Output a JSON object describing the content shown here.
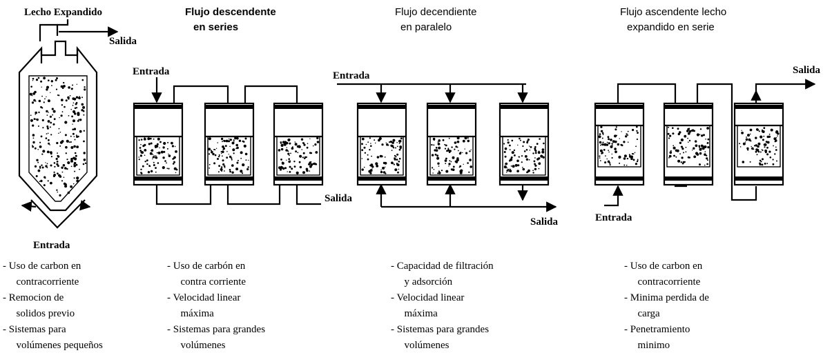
{
  "panels": [
    {
      "title": [
        "Lecho Expandido"
      ],
      "labels": {
        "outlet": "Salida",
        "inlet": "Entrada"
      },
      "notes": [
        "- Uso de carbon en",
        "  contracorriente",
        "- Remocion de",
        "  solidos previo",
        "- Sistemas para",
        "  volúmenes pequeños"
      ]
    },
    {
      "title": [
        "Flujo descendente",
        "en series"
      ],
      "labels": {
        "inlet": "Entrada",
        "outlet": "Salida"
      },
      "notes": [
        "- Uso de carbón en",
        "  contra corriente",
        "- Velocidad linear",
        "  máxima",
        "- Sistemas para grandes",
        "  volúmenes"
      ]
    },
    {
      "title": [
        "Flujo decendiente",
        "en paralelo"
      ],
      "labels": {
        "inlet": "Entrada",
        "outlet": "Salida"
      },
      "notes": [
        "- Capacidad de filtración",
        "  y adsorción",
        "- Velocidad linear",
        "  máxima",
        "- Sistemas para grandes",
        "  volúmenes"
      ]
    },
    {
      "title": [
        "Flujo ascendente lecho",
        "expandido en serie"
      ],
      "labels": {
        "outlet": "Salida",
        "inlet": "Entrada"
      },
      "notes": [
        "- Uso de carbon en",
        "  contracorriente",
        "- Minima perdida de",
        "  carga",
        "- Penetramiento",
        "  minimo"
      ]
    }
  ]
}
